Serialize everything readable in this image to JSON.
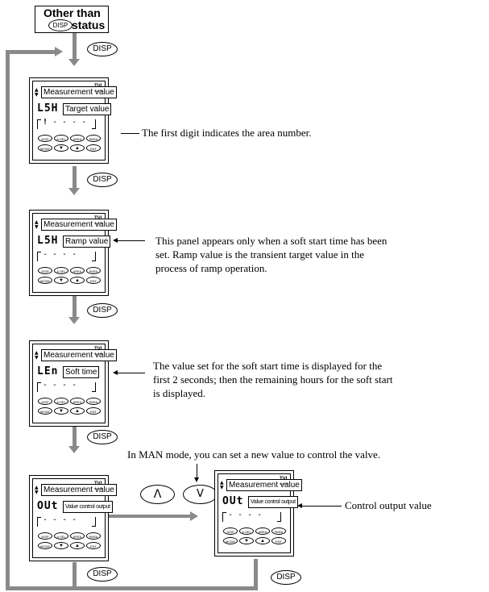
{
  "top_box": {
    "line1": "Other than",
    "line2": "status",
    "disp": "DISP"
  },
  "disp_label": "DISP",
  "panel_common": {
    "measurement": "Measurement value",
    "logo": "TVL",
    "logo_sub": "SG-PTS",
    "digits": "- - - -",
    "buttons_row1": [
      "DISP",
      "A.SEL",
      "AREA",
      "PARA"
    ],
    "buttons_row2": [
      "MODE",
      "ENT"
    ]
  },
  "panels": [
    {
      "code": "L5H",
      "field": "Target value",
      "digit_start": "!"
    },
    {
      "code": "L5H",
      "field": "Ramp value"
    },
    {
      "code": "LEn",
      "field": "Soft time"
    },
    {
      "code": "OUt",
      "field": "Value control output"
    },
    {
      "code": "OUt",
      "field": "Value control output"
    }
  ],
  "notes": {
    "area": "The first digit indicates the area number.",
    "ramp": [
      "This panel appears only when a soft start time has been",
      "set.  Ramp value is the transient target value in the",
      "process of ramp operation."
    ],
    "soft": [
      "The value set for the soft start time is displayed for the",
      "first 2 seconds; then the remaining hours for the soft start",
      "is displayed."
    ],
    "man": "In MAN mode, you can set a new value to control the valve.",
    "control_output": "Control output value"
  }
}
